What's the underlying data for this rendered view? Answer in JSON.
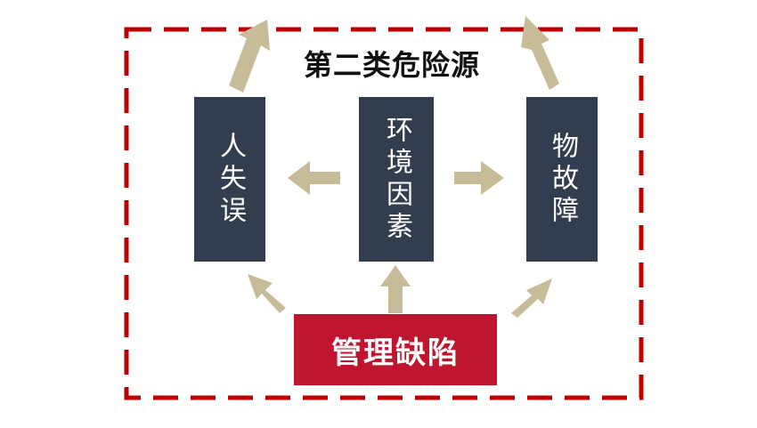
{
  "title": "第二类危险源",
  "boxes": {
    "left": "人失误",
    "center": "环境因素",
    "right": "物故障"
  },
  "management": "管理缺陷",
  "colors": {
    "dashed_border": "#c00000",
    "box_fill": "#323e4f",
    "management_fill": "#c0152f",
    "arrow_fill": "#c8bc98"
  }
}
